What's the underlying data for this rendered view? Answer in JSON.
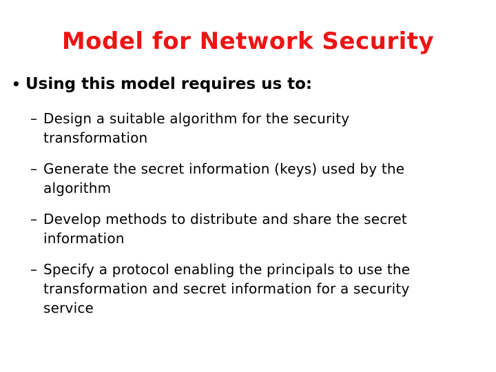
{
  "slide": {
    "title": "Model for Network Security",
    "title_color": "#ee1414",
    "text_color": "#000000",
    "bullet_marker": "•",
    "sub_marker": "–",
    "bullet": "Using this model requires us to:",
    "sub_bullets": [
      {
        "text": "Design a suitable algorithm for the security\ntransformation"
      },
      {
        "text": "Generate the secret information (keys) used by the\nalgorithm"
      },
      {
        "text": "Develop methods to distribute and share the secret\ninformation"
      },
      {
        "text": "Specify a protocol enabling the principals to use the\ntransformation and secret information for a security\nservice"
      }
    ]
  }
}
